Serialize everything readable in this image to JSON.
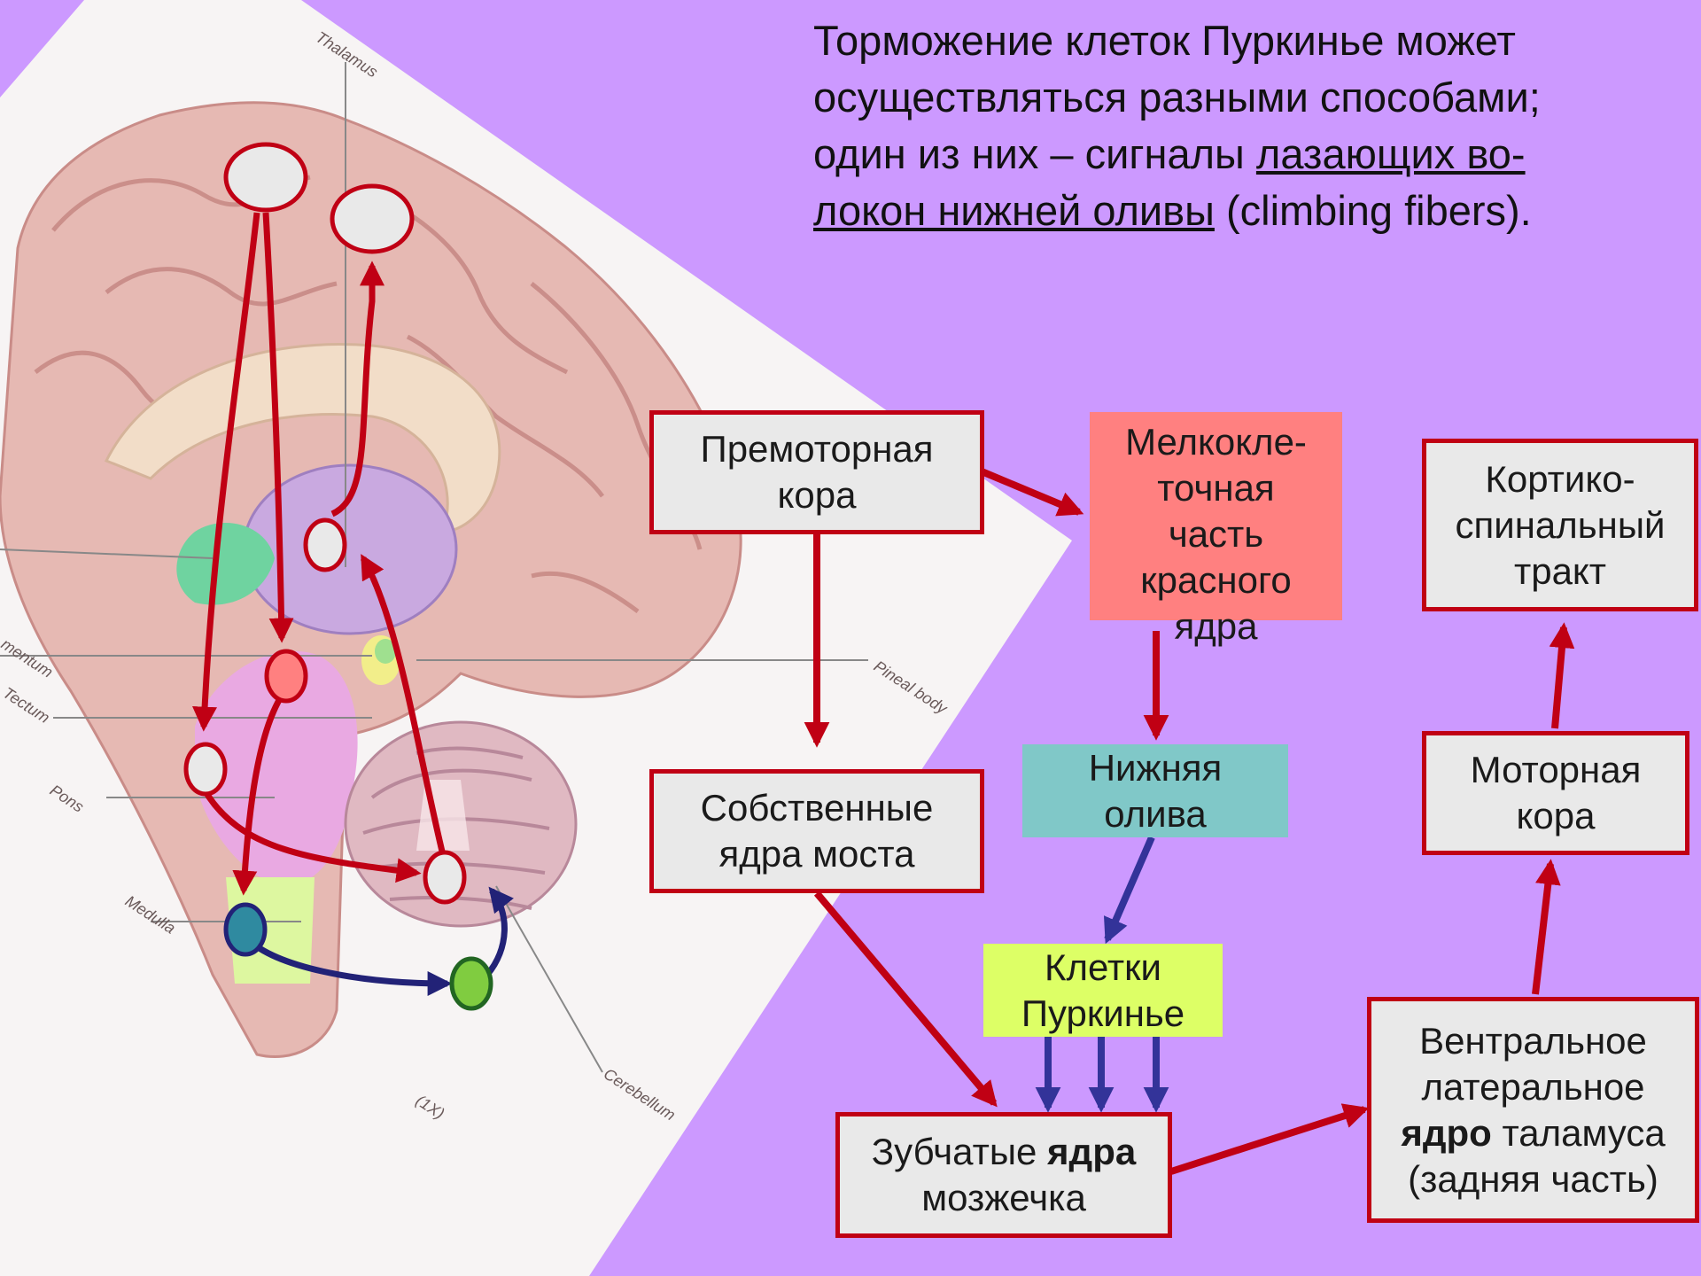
{
  "title": {
    "line1": "Торможение клеток Пуркинье может",
    "line2": "осуществляться разными способами;",
    "line3_pre": "один из них – сигналы ",
    "line3_u": "лазающих во-",
    "line4_u": "локон нижней оливы",
    "line4_post": " (climbing fibers)."
  },
  "anatomy_labels": {
    "thalamus": "Thalamus",
    "tegmentum": "mentum",
    "tectum": "Tectum",
    "pons": "Pons",
    "medulla": "Medulla",
    "pineal": "Pineal body",
    "cerebellum": "Cerebellum",
    "magnification": "(1X)"
  },
  "nodes": {
    "premotor": {
      "line1": "Премоторная",
      "line2": "кора"
    },
    "red_nucleus": {
      "line1": "Мелкокле-",
      "line2": "точная",
      "line3": "часть",
      "line4": "красного",
      "line5": "ядра"
    },
    "pons_nuclei": {
      "line1": "Собственные",
      "line2": "ядра моста"
    },
    "inferior_olive": {
      "line1": "Нижняя",
      "line2": "олива"
    },
    "purkinje": {
      "line1": "Клетки",
      "line2": "Пуркинье"
    },
    "dentate": {
      "line1_pre": "Зубчатые ",
      "line1_bold": "ядра",
      "line2": "мозжечка"
    },
    "ventral_lateral": {
      "line1": "Вентральное",
      "line2": "латеральное",
      "line3_bold": "ядро",
      "line3_post": " таламуса",
      "line4": "(задняя часть)"
    },
    "motor_cortex": {
      "line1": "Моторная",
      "line2": "кора"
    },
    "corticospinal": {
      "line1": "Кортико-",
      "line2": "спинальный",
      "line3": "тракт"
    }
  },
  "colors": {
    "background": "#cc99ff",
    "arrow_red": "#c00014",
    "arrow_blue": "#333399",
    "red_nucleus_fill": "#ff8080",
    "olive_fill": "#80c8c8",
    "purkinje_fill": "#ddff66",
    "box_fill": "#e9e9e9"
  }
}
